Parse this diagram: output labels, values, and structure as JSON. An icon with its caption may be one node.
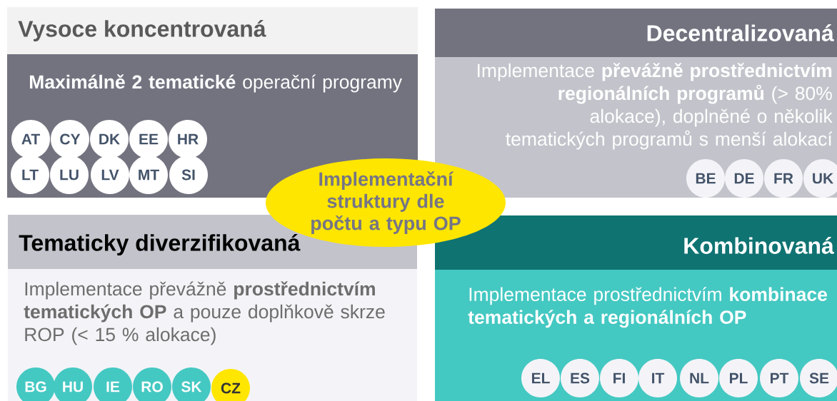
{
  "diagram": {
    "nodes": [
      {
        "text": [
          "Vysoce koncentrovaná",
          "**Maximálně 2 tematické** operační programy"
        ]
      },
      {
        "text": [
          "AT"
        ],
        "in": 0
      },
      {
        "text": [
          "CY"
        ],
        "in": 0
      },
      {
        "text": [
          "DK"
        ],
        "in": 0
      },
      {
        "text": [
          "EE"
        ],
        "in": 0
      },
      {
        "text": [
          "HR"
        ],
        "in": 0
      },
      {
        "text": [
          "LT"
        ],
        "in": 0
      },
      {
        "text": [
          "LU"
        ],
        "in": 0
      },
      {
        "text": [
          "LV"
        ],
        "in": 0
      },
      {
        "text": [
          "MT"
        ],
        "in": 0
      },
      {
        "text": [
          "SI"
        ],
        "in": 0
      },
      {
        "text": [
          "Decentralizovaná",
          "Implementace **převážně prostřednictvím regionálních programů** (> 80% alokace), doplněné o několik tematických programů s menší alokací"
        ]
      },
      {
        "text": [
          "BE"
        ],
        "in": 11
      },
      {
        "text": [
          "DE"
        ],
        "in": 11
      },
      {
        "text": [
          "FR"
        ],
        "in": 11
      },
      {
        "text": [
          "UK"
        ],
        "in": 11
      },
      {
        "text": [
          "Implementační struktury dle počtu a typu OP"
        ]
      },
      {
        "text": [
          "Tematicky diverzifikovaná",
          "Implementace převážně **prostřednictvím tematických OP** a pouze doplňkově skrze ROP (< 15 % alokace)"
        ]
      },
      {
        "text": [
          "BG"
        ],
        "in": 17
      },
      {
        "text": [
          "HU"
        ],
        "in": 17
      },
      {
        "text": [
          "IE"
        ],
        "in": 17
      },
      {
        "text": [
          "RO"
        ],
        "in": 17
      },
      {
        "text": [
          "SK"
        ],
        "in": 17
      },
      {
        "text": [
          "CZ"
        ],
        "in": 17
      },
      {
        "text": [
          "Kombinovaná",
          "Implementace prostřednictvím **kombinace tematických a regionálních OP**"
        ]
      },
      {
        "text": [
          "EL"
        ],
        "in": 24
      },
      {
        "text": [
          "ES"
        ],
        "in": 24
      },
      {
        "text": [
          "FI"
        ],
        "in": 24
      },
      {
        "text": [
          "IT"
        ],
        "in": 24
      },
      {
        "text": [
          "NL"
        ],
        "in": 24
      },
      {
        "text": [
          "PL"
        ],
        "in": 24
      },
      {
        "text": [
          "PT"
        ],
        "in": 24
      },
      {
        "text": [
          "SE"
        ],
        "in": 24
      }
    ]
  }
}
